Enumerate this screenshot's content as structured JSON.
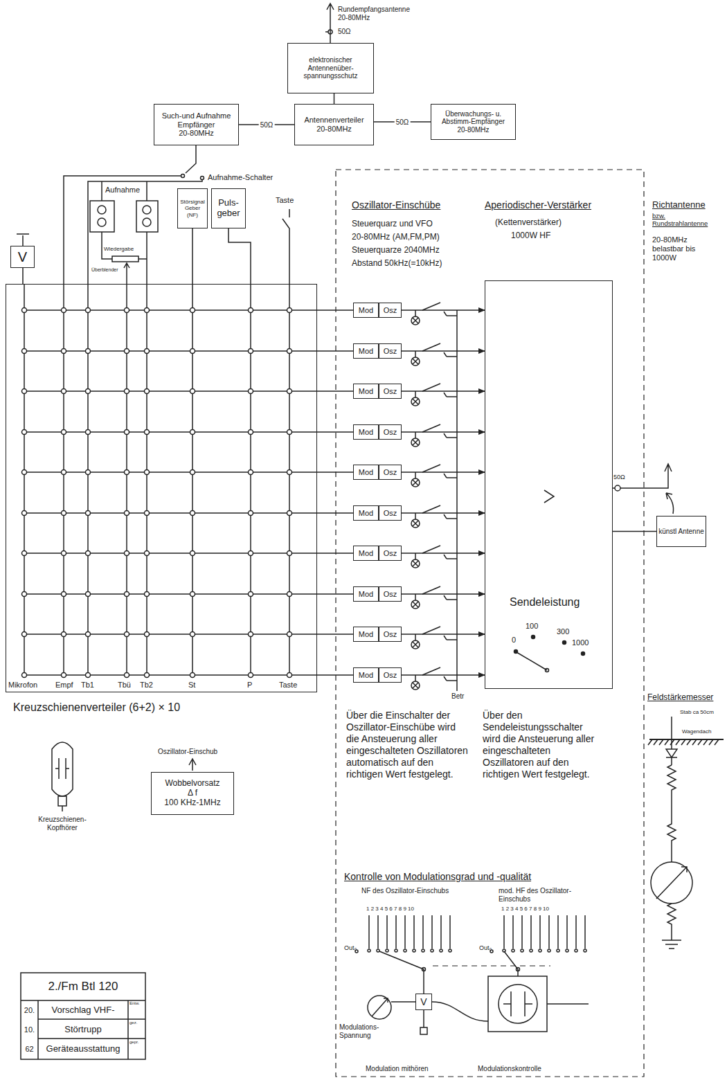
{
  "diagram": {
    "nodes": [
      {
        "text": [
          "elektronischer Antennenüber-spannungsschutz"
        ]
      },
      {
        "text": [
          "Antennenverteiler",
          "20-80MHz"
        ]
      },
      {
        "text": [
          "Such-und Aufnahme Empfänger",
          "20-80MHz"
        ]
      },
      {
        "text": [
          "Überwachungs- u. Abstimm-Empfänger",
          "20-80MHz"
        ]
      },
      {
        "text": [
          "V"
        ]
      },
      {
        "text": [
          "Störsignal Geber (NF)"
        ]
      },
      {
        "text": [
          "Puls-geber"
        ]
      },
      {
        "text": [
          "Kreuzschienenverteiler (6+2) × 10"
        ]
      },
      {
        "text": [
          "Mod"
        ]
      },
      {
        "text": [
          "Osz"
        ]
      },
      {
        "text": [
          "Mod"
        ]
      },
      {
        "text": [
          "Osz"
        ]
      },
      {
        "text": [
          "Mod"
        ]
      },
      {
        "text": [
          "Osz"
        ]
      },
      {
        "text": [
          "Mod"
        ]
      },
      {
        "text": [
          "Osz"
        ]
      },
      {
        "text": [
          "Mod"
        ]
      },
      {
        "text": [
          "Osz"
        ]
      },
      {
        "text": [
          "Mod"
        ]
      },
      {
        "text": [
          "Osz"
        ]
      },
      {
        "text": [
          "Mod"
        ]
      },
      {
        "text": [
          "Osz"
        ]
      },
      {
        "text": [
          "Mod"
        ]
      },
      {
        "text": [
          "Osz"
        ]
      },
      {
        "text": [
          "Mod"
        ]
      },
      {
        "text": [
          "Osz"
        ]
      },
      {
        "text": [
          "Mod"
        ]
      },
      {
        "text": [
          "Osz"
        ]
      },
      {
        "text": [
          "Sendeleistung",
          "0",
          "100",
          "300",
          "1000"
        ]
      },
      {
        "text": [
          "künstl Antenne"
        ]
      },
      {
        "text": [
          "Wobbelvorsatz",
          "Δ f",
          "100 KHz-1MHz"
        ]
      },
      {
        "text": [
          "V"
        ]
      }
    ],
    "edges": [
      {
        "from": 0,
        "to": 1,
        "arrow": "none"
      },
      {
        "from": 2,
        "to": 1,
        "label": "50Ω",
        "arrow": "none"
      },
      {
        "from": 1,
        "to": 3,
        "label": "50Ω",
        "arrow": "none"
      },
      {
        "from": 7,
        "to": 8,
        "arrow": "none"
      },
      {
        "from": 7,
        "to": 10,
        "arrow": "none"
      },
      {
        "from": 7,
        "to": 12,
        "arrow": "none"
      },
      {
        "from": 7,
        "to": 14,
        "arrow": "none"
      },
      {
        "from": 7,
        "to": 16,
        "arrow": "none"
      },
      {
        "from": 7,
        "to": 18,
        "arrow": "none"
      },
      {
        "from": 7,
        "to": 20,
        "arrow": "none"
      },
      {
        "from": 7,
        "to": 22,
        "arrow": "none"
      },
      {
        "from": 7,
        "to": 24,
        "arrow": "none"
      },
      {
        "from": 7,
        "to": 26,
        "arrow": "none"
      },
      {
        "from": 9,
        "to": 28,
        "arrow": "to"
      },
      {
        "from": 11,
        "to": 28,
        "arrow": "to"
      },
      {
        "from": 13,
        "to": 28,
        "arrow": "to"
      },
      {
        "from": 15,
        "to": 28,
        "arrow": "to"
      },
      {
        "from": 17,
        "to": 28,
        "arrow": "to"
      },
      {
        "from": 19,
        "to": 28,
        "arrow": "to"
      },
      {
        "from": 21,
        "to": 28,
        "arrow": "to"
      },
      {
        "from": 23,
        "to": 28,
        "arrow": "to"
      },
      {
        "from": 25,
        "to": 28,
        "arrow": "to"
      },
      {
        "from": 27,
        "to": 28,
        "arrow": "to"
      },
      {
        "from": 28,
        "to": 29,
        "arrow": "none"
      }
    ],
    "labels": [
      "Rundempfangsantenne 20-80MHz",
      "50Ω",
      "Aufnahme-Schalter",
      "Aufnahme",
      "Wiedergabe",
      "Überblender",
      "Taste",
      "Oszillator-Einschübe",
      "Steuerquarz und VFO",
      "20-80MHz (AM,FM,PM)",
      "Steuerquarze 2040MHz",
      "Abstand 50kHz(=10kHz)",
      "Aperiodischer-Verstärker",
      "(Kettenverstärker)",
      "1000W HF",
      "Richtantenne",
      "bzw. Rundstrahlantenne",
      "20-80MHz belastbar bis 1000W",
      "50Ω",
      "Mikrofon",
      "Empf",
      "Tb1",
      "Tbü",
      "Tb2",
      "St",
      "P",
      "Taste",
      "Betr",
      "Über die Einschalter der Oszillator-Einschübe wird die Ansteuerung aller eingeschalteten Oszillatoren automatisch auf den richtigen Wert festgelegt.",
      "Über den Sendeleistungsschalter wird die Ansteuerung aller eingeschalteten Oszillatoren auf den richtigen Wert festgelegt.",
      "Kontrolle von Modulationsgrad und -qualität",
      "NF des Oszillator-Einschubs",
      "mod. HF des Oszillator-Einschubs",
      "1 2 3 4 5 6 7 8 9 10",
      "1 2 3 4 5 6 7 8 9 10",
      "Out₀",
      "Out₀",
      "Modulations-Spannung",
      "Modulation mithören",
      "Modulationskontrolle",
      "Feldstärkemesser",
      "Stab ca 50cm",
      "Wagendach",
      "Kreuzschienen-Kopfhörer",
      "Oszillator-Einschub",
      "2./Fm Btl 120",
      "20. 10. 62",
      "Vorschlag VHF-Störtrupp Geräteausstattung",
      "Entw.",
      "gez.",
      "gepr."
    ]
  }
}
